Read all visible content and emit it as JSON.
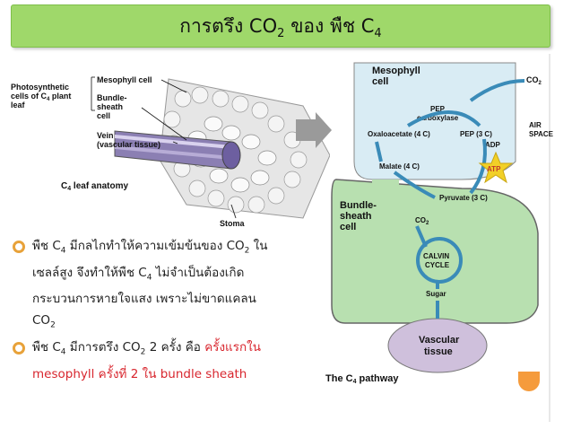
{
  "title": {
    "main": "การตรึง CO",
    "sub2": "2",
    "mid": " ของ พืช C",
    "sub4": "4"
  },
  "left_figure": {
    "label_photo": [
      "Photosynthetic",
      "cells of C",
      "4",
      " plant",
      "leaf"
    ],
    "label_mesophyll": "Mesophyll cell",
    "label_bundle": [
      "Bundle-",
      "sheath",
      "cell"
    ],
    "label_vein": [
      "Vein",
      "(vascular tissue)"
    ],
    "caption": "C",
    "caption_sub": "4",
    "caption_rest": " leaf anatomy",
    "stoma": "Stoma"
  },
  "right_figure": {
    "mesophyll_cell": [
      "Mesophyll",
      "cell"
    ],
    "co2": "CO",
    "co2_sub": "2",
    "pep_carboxylase": [
      "PEP",
      "carboxylase"
    ],
    "oxaloacetate": "Oxaloacetate (4 C)",
    "pep3c": "PEP (3 C)",
    "adp": "ADP",
    "air_space": [
      "AIR",
      "SPACE"
    ],
    "atp": "ATP",
    "malate": "Malate (4 C)",
    "pyruvate": "Pyruvate (3 C)",
    "bundle_sheath": [
      "Bundle-",
      "sheath",
      "cell"
    ],
    "calvin": [
      "CALVIN",
      "CYCLE"
    ],
    "sugar": "Sugar",
    "vascular": [
      "Vascular",
      "tissue"
    ],
    "pathway": "The C",
    "pathway_sub": "4",
    "pathway_rest": " pathway"
  },
  "bullets": [
    {
      "text_a": "พืช C",
      "sub_a": "4",
      "text_b": " มีกลไกทำให้ความเข้มข้นของ CO",
      "sub_b": "2",
      "text_c": " ใน",
      "line2": "เซลล์สูง จึงทำให้พืช C",
      "line2_sub": "4",
      "line2_rest": " ไม่จำเป็นต้องเกิด",
      "line3": "กระบวนการหายใจแสง เพราะไม่ขาดแคลน",
      "line4": "CO",
      "line4_sub": "2"
    },
    {
      "text_a": "พืช C",
      "sub_a": "4",
      "text_b": " มีการตรึง CO",
      "sub_b": "2",
      "text_c": " 2 ครั้ง คือ ",
      "red_a": "ครั้งแรกใน",
      "red_line2": "mesophyll  ครั้งที่ 2 ใน bundle sheath"
    }
  ],
  "colors": {
    "title_bg": "#9fd86a",
    "bullet": "#e8a23a",
    "highlight": "#d8262e",
    "mesophyll_bg": "#d9ecf4",
    "bundle_bg": "#b8e0b0",
    "vascular_bg": "#cfc0dc",
    "atp": "#f2d027",
    "arrow": "#3a8bb8"
  }
}
